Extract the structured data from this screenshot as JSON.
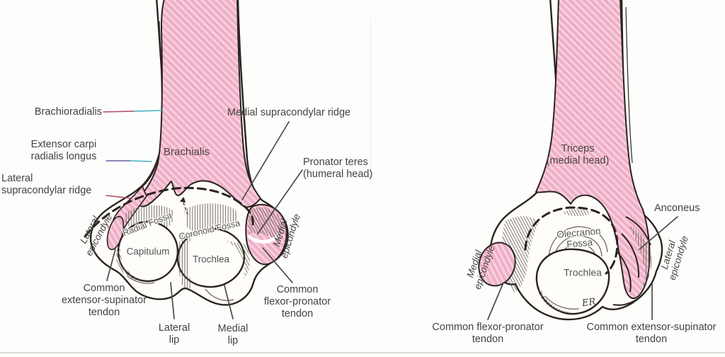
{
  "colors": {
    "page-bg": "#fdfdfc",
    "ink": "#2a241f",
    "muscle-pink": "#f0aec8",
    "muscle-hatch": "#f7d3e0",
    "label-ink": "#464340",
    "inner-label": "#56524d",
    "shade": "#5e564d",
    "leader-gray": "#4c4a47",
    "leader-red": "#b04a66",
    "leader-teal": "#41b1c3",
    "leader-blue": "#6a5f9e",
    "divider": "#dedad6"
  },
  "left_view": {
    "labels": {
      "brachioradialis": "Brachioradialis",
      "extensor_carpi_radialis_longus": "Extensor carpi\nradialis longus",
      "lateral_supracondylar_ridge": "Lateral\nsupracondylar ridge",
      "medial_supracondylar_ridge": "Medial supracondylar ridge",
      "brachialis": "Brachialis",
      "pronator_teres": "Pronator teres\n(humeral head)",
      "lateral_epicondyle": "Lateral\nepicondyle",
      "radial_fossa": "Radial Fossa",
      "coronoid_fossa": "Coronoid Fossa",
      "capitulum": "Capitulum",
      "trochlea": "Trochlea",
      "medial_epicondyle": "Medial\nepicondyle",
      "common_extensor_supinator_tendon": "Common\nextensor-supinator\ntendon",
      "lateral_lip": "Lateral\nlip",
      "medial_lip": "Medial\nlip",
      "common_flexor_pronator_tendon": "Common\nflexor-pronator\ntendon"
    }
  },
  "right_view": {
    "labels": {
      "triceps": "Triceps\n(medial head)",
      "anconeus": "Anconeus",
      "medial_epicondyle": "Medial\nepicondyle",
      "olecranon_fossa": "Olecranon\nFossa",
      "trochlea": "Trochlea",
      "lateral_epicondyle": "Lateral\nepicondyle",
      "common_flexor_pronator_tendon": "Common flexor-pronator\ntendon",
      "common_extensor_supinator_tendon": "Common extensor-supinator\ntendon"
    },
    "signature": "ER"
  }
}
